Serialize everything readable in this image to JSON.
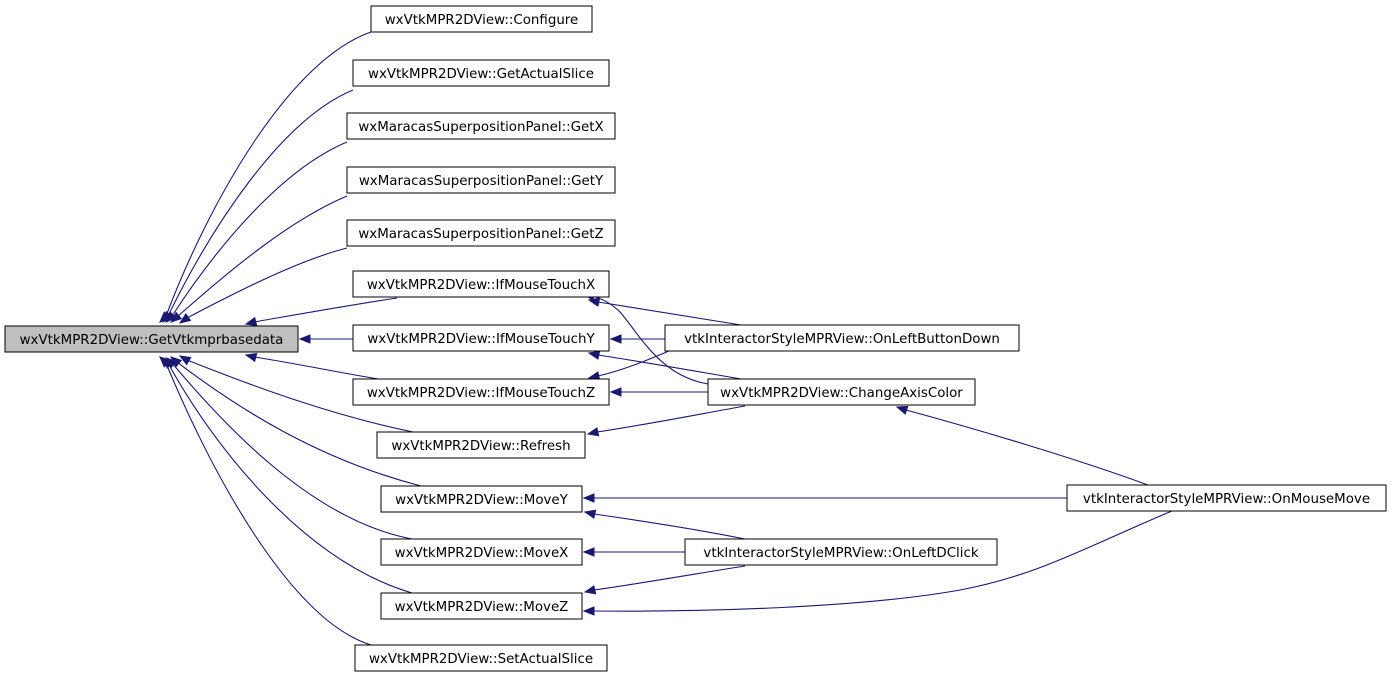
{
  "colors": {
    "edge": "#191970",
    "node_fill": "#ffffff",
    "focus_fill": "#bfbfbf",
    "border": "#000000"
  },
  "nodes": {
    "root": "wxVtkMPR2DView::GetVtkmprbasedata",
    "configure": "wxVtkMPR2DView::Configure",
    "get_actual_slice": "wxVtkMPR2DView::GetActualSlice",
    "get_x": "wxMaracasSuperpositionPanel::GetX",
    "get_y": "wxMaracasSuperpositionPanel::GetY",
    "get_z": "wxMaracasSuperpositionPanel::GetZ",
    "if_mouse_touch_x": "wxVtkMPR2DView::IfMouseTouchX",
    "if_mouse_touch_y": "wxVtkMPR2DView::IfMouseTouchY",
    "if_mouse_touch_z": "wxVtkMPR2DView::IfMouseTouchZ",
    "refresh": "wxVtkMPR2DView::Refresh",
    "move_y": "wxVtkMPR2DView::MoveY",
    "move_x": "wxVtkMPR2DView::MoveX",
    "move_z": "wxVtkMPR2DView::MoveZ",
    "set_actual_slice": "wxVtkMPR2DView::SetActualSlice",
    "on_left_button_down": "vtkInteractorStyleMPRView::OnLeftButtonDown",
    "change_axis_color": "wxVtkMPR2DView::ChangeAxisColor",
    "on_mouse_move": "vtkInteractorStyleMPRView::OnMouseMove",
    "on_left_dclick": "vtkInteractorStyleMPRView::OnLeftDClick"
  },
  "edges": [
    {
      "from": "configure",
      "to": "root"
    },
    {
      "from": "get_actual_slice",
      "to": "root"
    },
    {
      "from": "get_x",
      "to": "root"
    },
    {
      "from": "get_y",
      "to": "root"
    },
    {
      "from": "get_z",
      "to": "root"
    },
    {
      "from": "if_mouse_touch_x",
      "to": "root"
    },
    {
      "from": "if_mouse_touch_y",
      "to": "root"
    },
    {
      "from": "if_mouse_touch_z",
      "to": "root"
    },
    {
      "from": "refresh",
      "to": "root"
    },
    {
      "from": "move_y",
      "to": "root"
    },
    {
      "from": "move_x",
      "to": "root"
    },
    {
      "from": "move_z",
      "to": "root"
    },
    {
      "from": "set_actual_slice",
      "to": "root"
    },
    {
      "from": "on_left_button_down",
      "to": "if_mouse_touch_x"
    },
    {
      "from": "change_axis_color",
      "to": "if_mouse_touch_x"
    },
    {
      "from": "on_left_button_down",
      "to": "if_mouse_touch_y"
    },
    {
      "from": "change_axis_color",
      "to": "if_mouse_touch_y"
    },
    {
      "from": "on_left_button_down",
      "to": "if_mouse_touch_z"
    },
    {
      "from": "change_axis_color",
      "to": "if_mouse_touch_z"
    },
    {
      "from": "change_axis_color",
      "to": "refresh"
    },
    {
      "from": "on_mouse_move",
      "to": "change_axis_color"
    },
    {
      "from": "on_mouse_move",
      "to": "move_y"
    },
    {
      "from": "on_left_dclick",
      "to": "move_y"
    },
    {
      "from": "on_left_dclick",
      "to": "move_x"
    },
    {
      "from": "on_left_dclick",
      "to": "move_z"
    },
    {
      "from": "on_mouse_move",
      "to": "move_z"
    }
  ]
}
